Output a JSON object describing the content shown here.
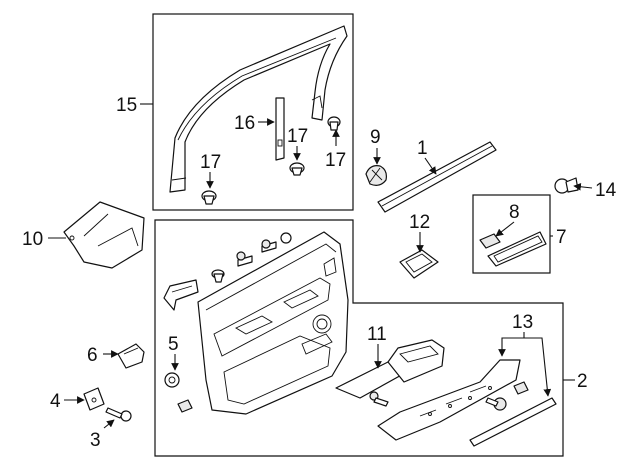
{
  "colors": {
    "line": "#111111",
    "background": "#ffffff",
    "shade": "#e9e9e9"
  },
  "callouts": {
    "c1": "1",
    "c2": "2",
    "c3": "3",
    "c4": "4",
    "c5": "5",
    "c6": "6",
    "c7": "7",
    "c8": "8",
    "c9": "9",
    "c10": "10",
    "c11": "11",
    "c12": "12",
    "c13": "13",
    "c14": "14",
    "c15": "15",
    "c16": "16",
    "c17a": "17",
    "c17b": "17",
    "c17c": "17"
  }
}
